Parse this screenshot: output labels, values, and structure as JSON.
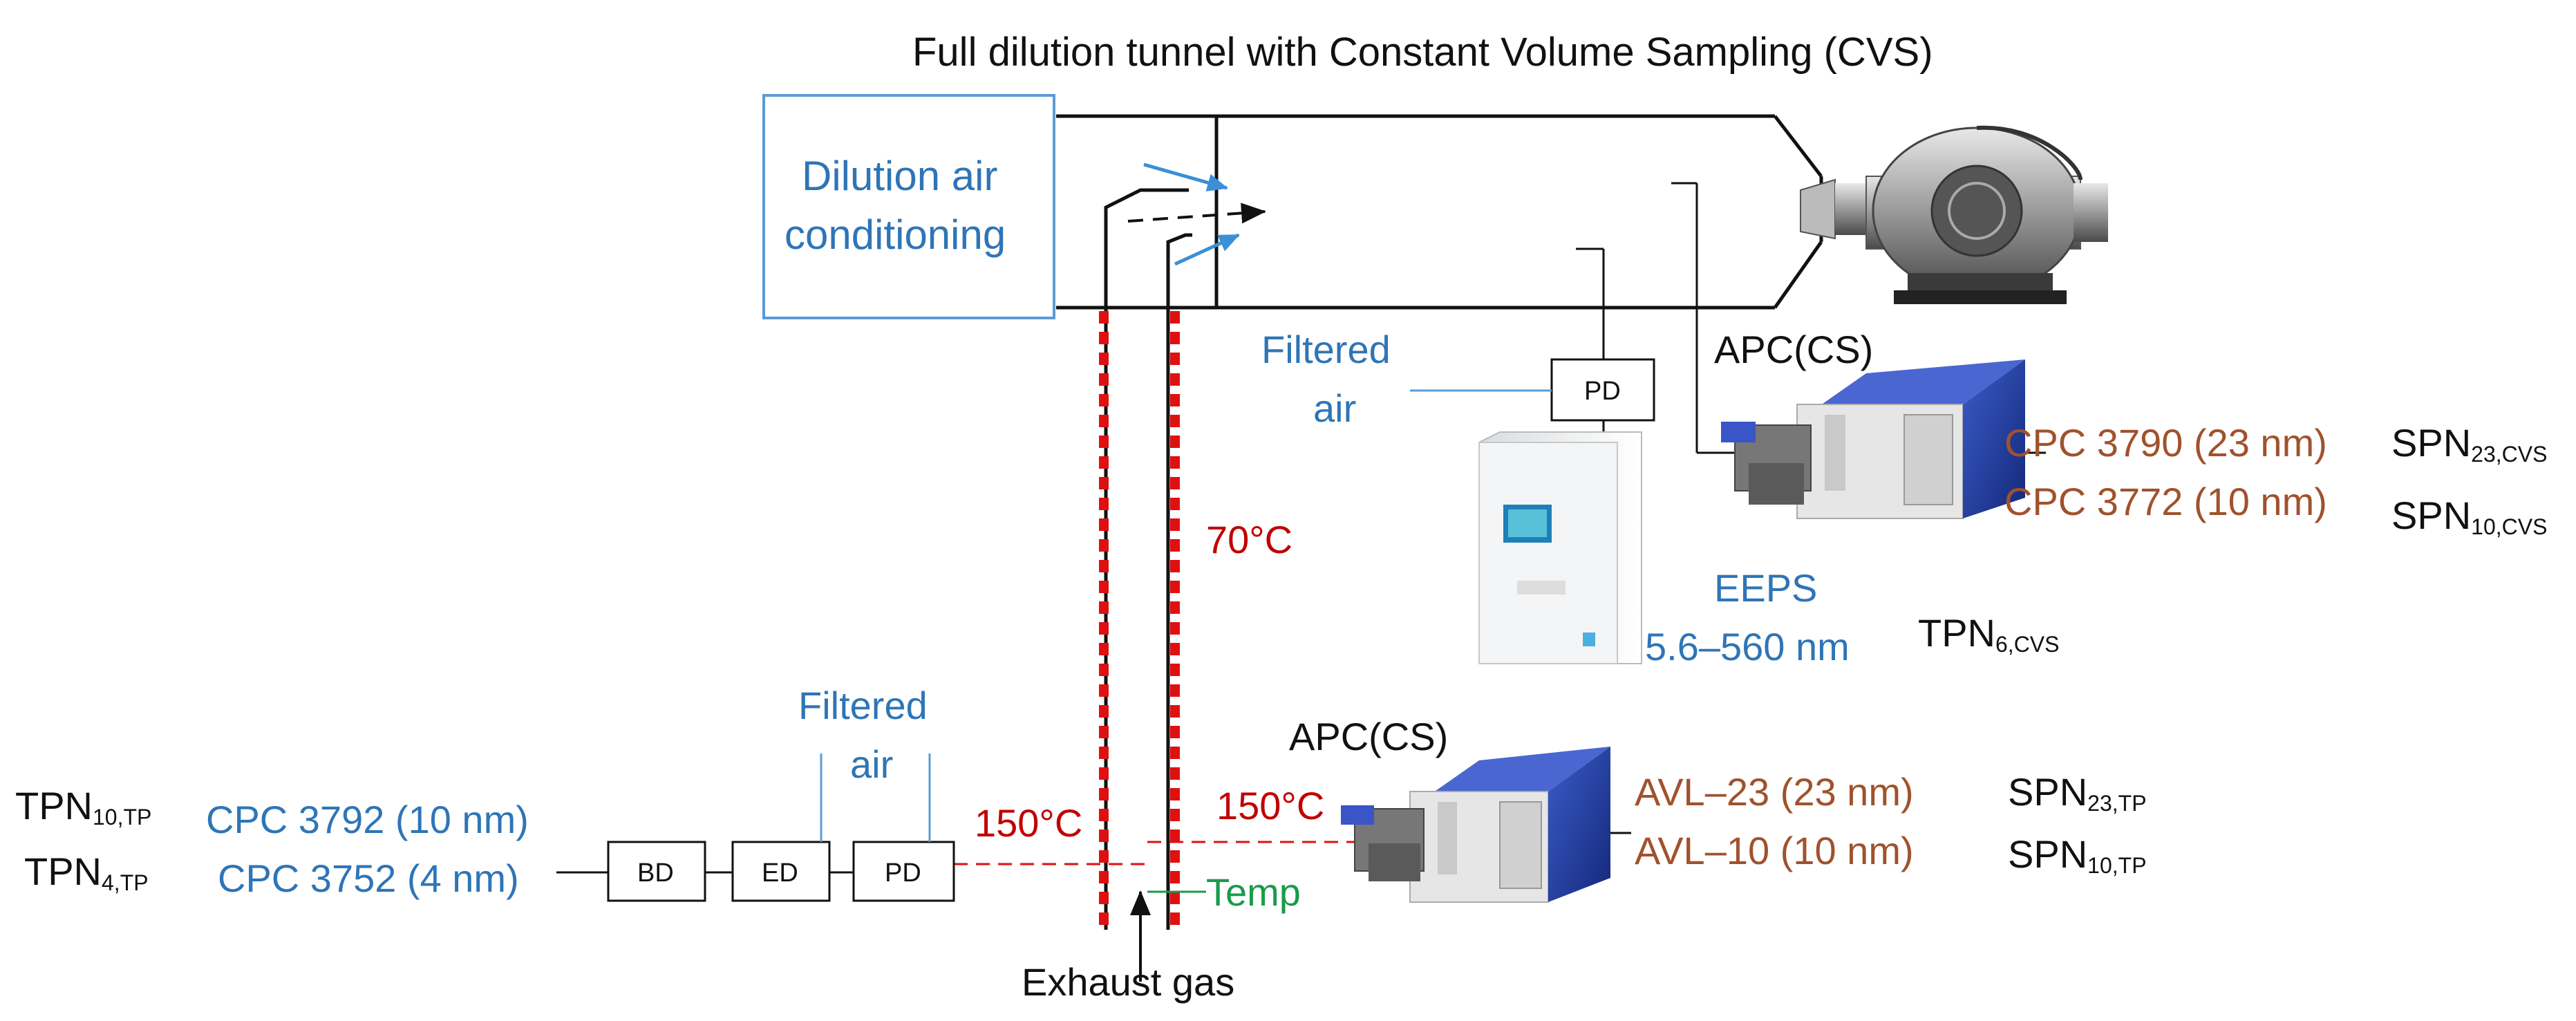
{
  "title": "Full dilution tunnel with Constant Volume Sampling (CVS)",
  "dilution_box": {
    "line1": "Dilution air",
    "line2": "conditioning"
  },
  "filtered_air_upper": {
    "line1": "Filtered",
    "line2": "air"
  },
  "filtered_air_lower": {
    "line1": "Filtered",
    "line2": "air"
  },
  "pd_upper": "PD",
  "apc_upper": "APC(CS)",
  "apc_lower": "APC(CS)",
  "temp_70": "70°C",
  "temp_150_left": "150°C",
  "temp_150_right": "150°C",
  "temp_label": "Temp",
  "exhaust_label": "Exhaust gas",
  "eeps": {
    "line1": "EEPS",
    "line2": "5.6–560 nm"
  },
  "tpn6": {
    "main": "TPN",
    "sub": "6,CVS"
  },
  "cvs_cpcs": [
    {
      "label": "CPC 3790 (23 nm)",
      "spn_main": "SPN",
      "spn_sub": "23,CVS"
    },
    {
      "label": "CPC 3772 (10 nm)",
      "spn_main": "SPN",
      "spn_sub": "10,CVS"
    }
  ],
  "tp_avls": [
    {
      "label": "AVL–23 (23 nm)",
      "spn_main": "SPN",
      "spn_sub": "23,TP"
    },
    {
      "label": "AVL–10 (10 nm)",
      "spn_main": "SPN",
      "spn_sub": "10,TP"
    }
  ],
  "left_cpcs": [
    {
      "label": "CPC 3792 (10 nm)",
      "tpn_main": "TPN",
      "tpn_sub": "10,TP"
    },
    {
      "label": "CPC 3752 (4 nm)",
      "tpn_main": "TPN",
      "tpn_sub": "4,TP"
    }
  ],
  "chain_boxes": [
    "BD",
    "ED",
    "PD"
  ],
  "colors": {
    "blue": "#2e75b6",
    "orange": "#a0522d",
    "red": "#c00000",
    "green": "#1a9b4a",
    "arrow_blue": "#3b8fd6",
    "device_blue": "#1f3c9a"
  },
  "icons": [
    "cvs-blower-icon",
    "eeps-instrument-icon",
    "apc-instrument-icon"
  ]
}
